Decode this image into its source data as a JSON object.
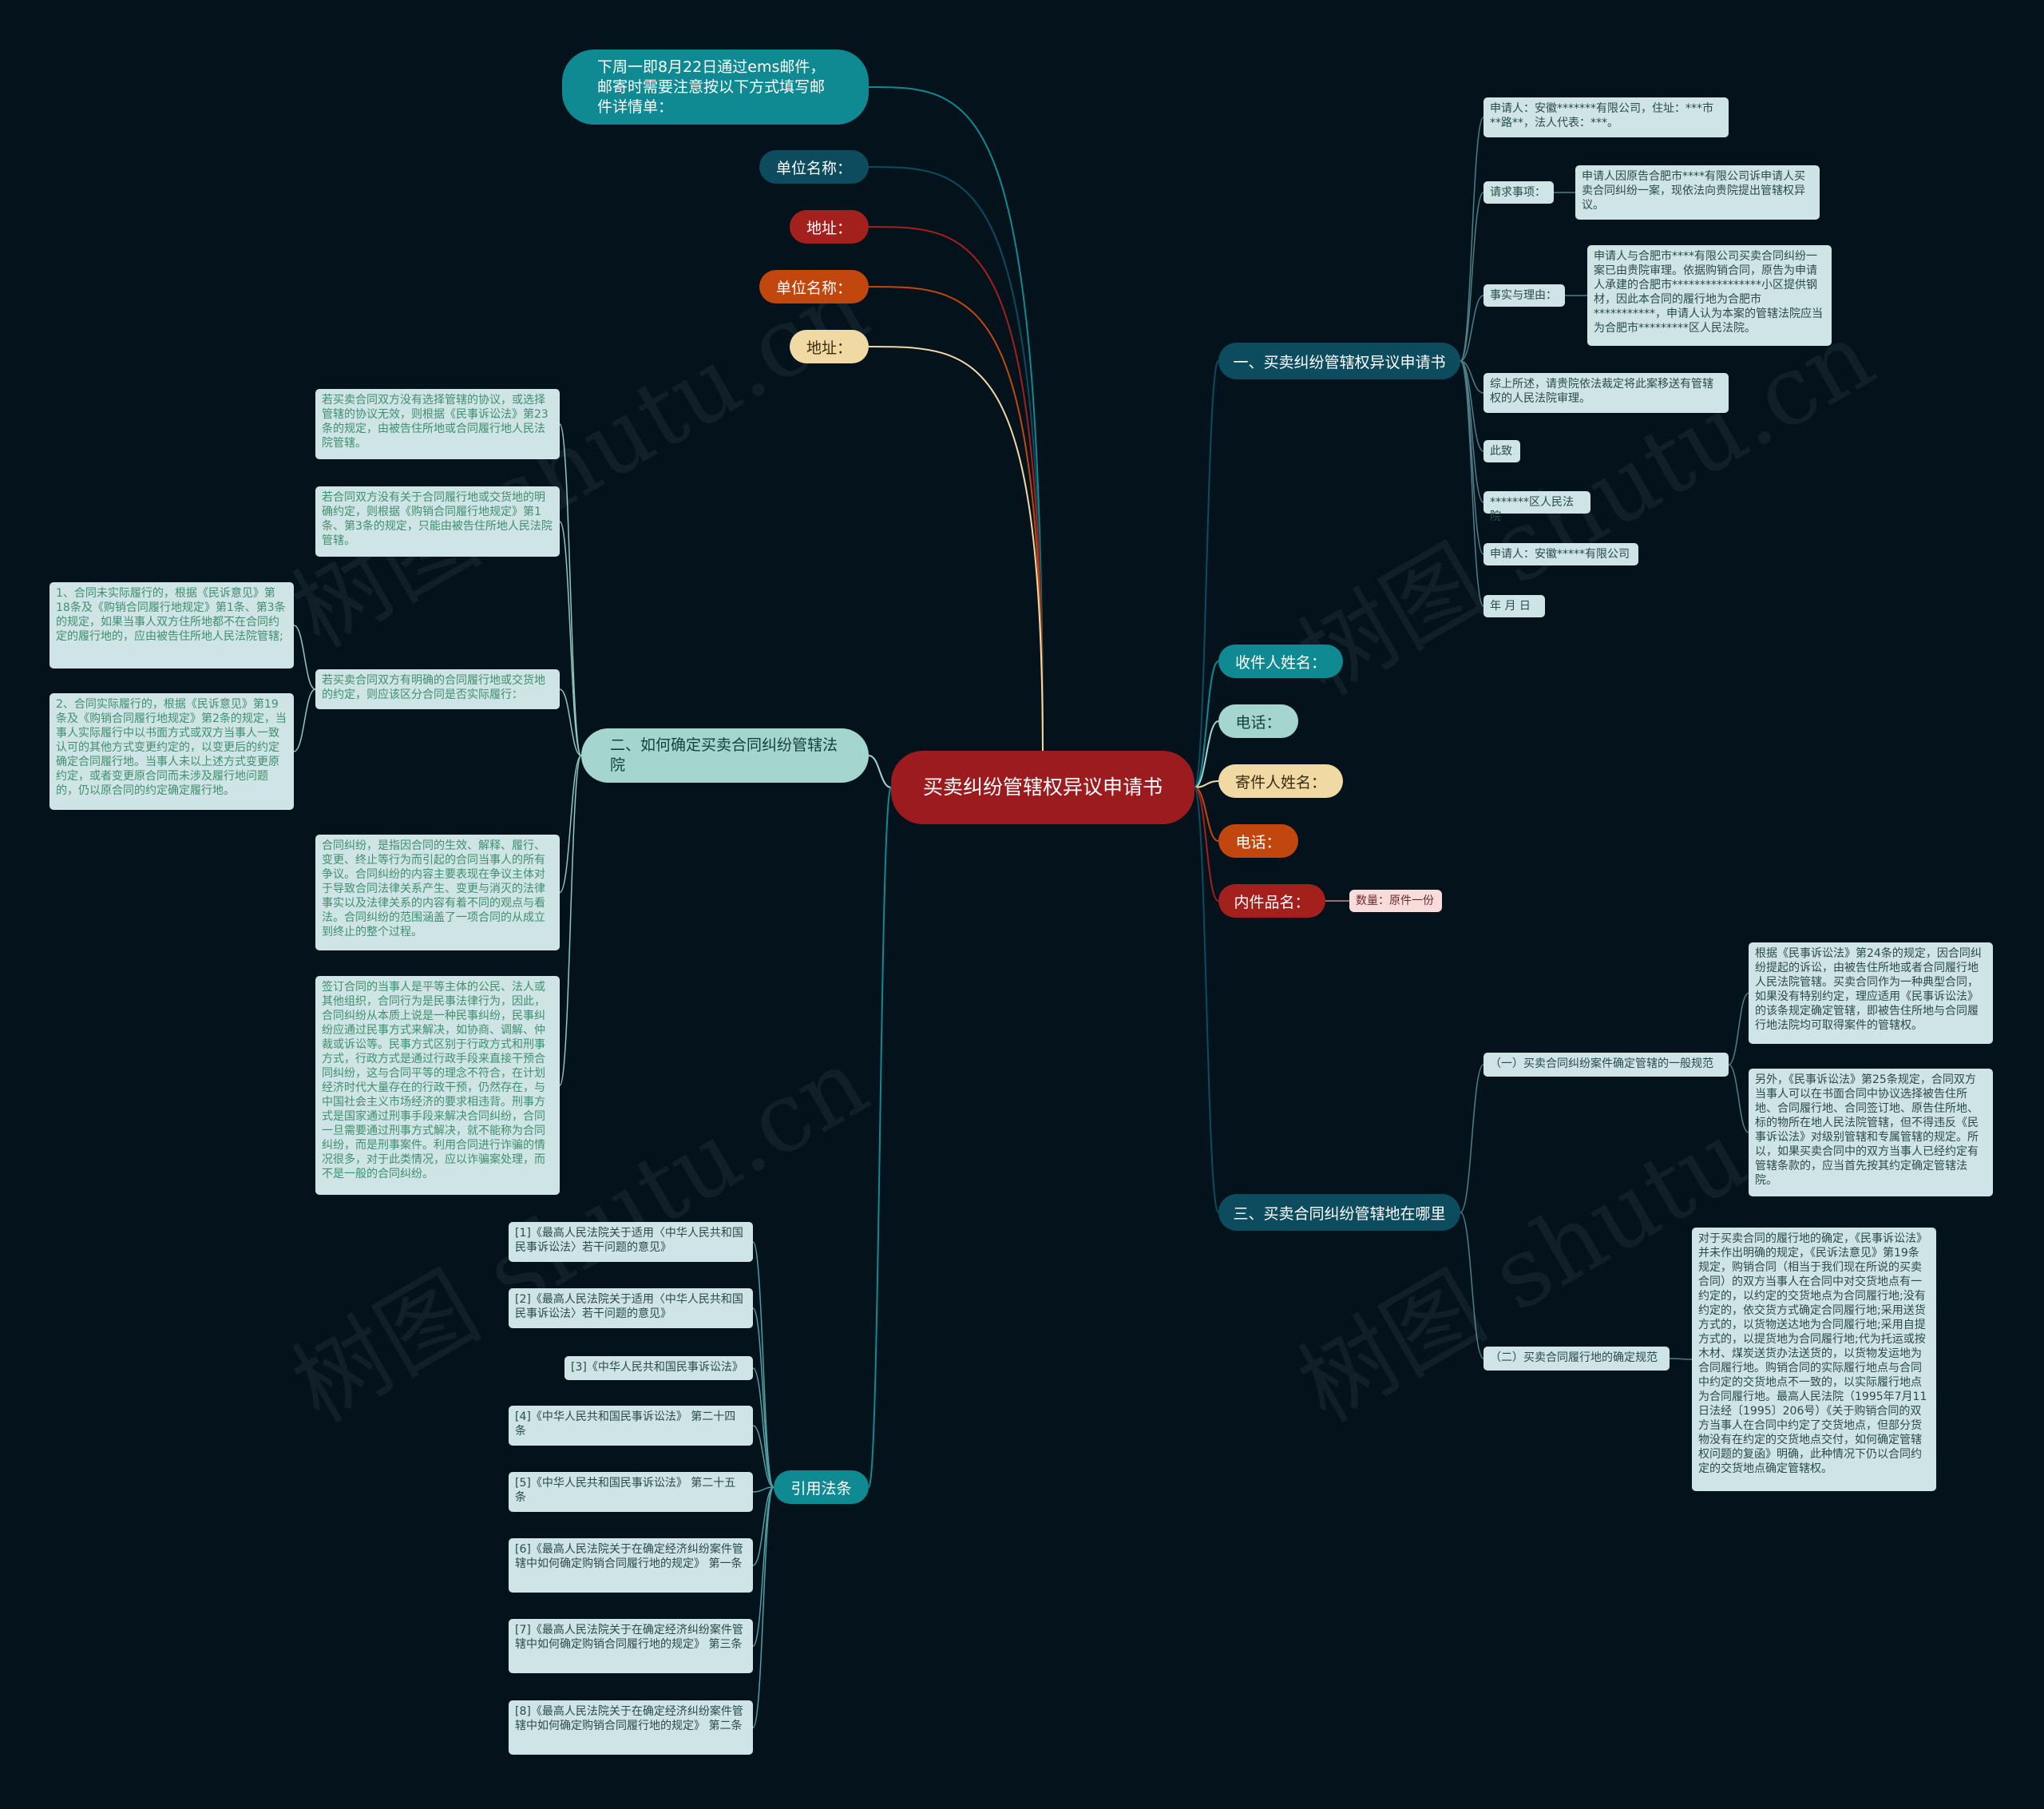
{
  "center": {
    "title": "买卖纠纷管辖权异议申请书"
  },
  "left": {
    "mail_note": "下周一即8月22日通过ems邮件，邮寄时需要注意按以下方式填写邮件详情单：",
    "unit1": "单位名称：",
    "addr1": "地址：",
    "unit2": "单位名称：",
    "addr2": "地址："
  },
  "section1": {
    "title": "一、买卖纠纷管辖权异议申请书",
    "applicant": "申请人：安徽*******有限公司，住址：***市**路**，法人代表：***。",
    "request_label": "请求事项：",
    "request_text": "申请人因原告合肥市****有限公司诉申请人买卖合同纠纷一案，现依法向贵院提出管辖权异议。",
    "facts_label": "事实与理由：",
    "facts_text": "申请人与合肥市****有限公司买卖合同纠纷一案已由贵院审理。依据购销合同，原告为申请人承建的合肥市****************小区提供钢材，因此本合同的履行地为合肥市***********，申请人认为本案的管辖法院应当为合肥市*********区人民法院。",
    "conclusion": "综上所述，请贵院依法裁定将此案移送有管辖权的人民法院审理。",
    "salute": "此致",
    "court": "*******区人民法院",
    "signer": "申请人：安徽*****有限公司",
    "date": "年  月  日"
  },
  "right_mid": {
    "recipient": "收件人姓名：",
    "phone1": "电话：",
    "sender": "寄件人姓名：",
    "phone2": "电话：",
    "item": "内件品名：",
    "quantity": "数量：原件一份"
  },
  "section3": {
    "title": "三、买卖合同纠纷管辖地在哪里",
    "sub1": "（一）买卖合同纠纷案件确定管辖的一般规范",
    "sub1_text1": "根据《民事诉讼法》第24条的规定，因合同纠纷提起的诉讼，由被告住所地或者合同履行地人民法院管辖。买卖合同作为一种典型合同，如果没有特别约定，理应适用《民事诉讼法》的该条规定确定管辖，即被告住所地与合同履行地法院均可取得案件的管辖权。",
    "sub1_text2": "另外，《民事诉讼法》第25条规定，合同双方当事人可以在书面合同中协议选择被告住所地、合同履行地、合同签订地、原告住所地、标的物所在地人民法院管辖，但不得违反《民事诉讼法》对级别管辖和专属管辖的规定。所以，如果买卖合同中的双方当事人已经约定有管辖条款的，应当首先按其约定确定管辖法院。",
    "sub2": "（二）买卖合同履行地的确定规范",
    "sub2_text": "对于买卖合同的履行地的确定，《民事诉讼法》并未作出明确的规定，《民诉法意见》第19条规定，购销合同（相当于我们现在所说的买卖合同）的双方当事人在合同中对交货地点有一约定的，以约定的交货地点为合同履行地;没有约定的，依交货方式确定合同履行地;采用送货方式的，以货物送达地为合同履行地;采用自提方式的，以提货地为合同履行地;代为托运或按木材、煤炭送货办法送货的，以货物发运地为合同履行地。购销合同的实际履行地点与合同中约定的交货地点不一致的，以实际履行地点为合同履行地。最高人民法院（1995年7月11日法经〔1995〕206号）《关于购销合同的双方当事人在合同中约定了交货地点，但部分货物没有在约定的交货地点交付，如何确定管辖权问题的复函》明确，此种情况下仍以合同约定的交货地点确定管辖权。"
  },
  "section2": {
    "title": "二、如何确定买卖合同纠纷管辖法院",
    "t1": "若买卖合同双方没有选择管辖的协议，或选择管辖的协议无效，则根据《民事诉讼法》第23条的规定，由被告住所地或合同履行地人民法院管辖。",
    "t2": "若合同双方没有关于合同履行地或交货地的明确约定，则根据《购销合同履行地规定》第1条、第3条的规定，只能由被告住所地人民法院管辖。",
    "t3": "若买卖合同双方有明确的合同履行地或交货地的约定，则应该区分合同是否实际履行：",
    "t3a": "1、合同未实际履行的，根据《民诉意见》第18条及《购销合同履行地规定》第1条、第3条的规定，如果当事人双方住所地都不在合同约定的履行地的，应由被告住所地人民法院管辖;",
    "t3b": "2、合同实际履行的，根据《民诉意见》第19条及《购销合同履行地规定》第2条的规定，当事人实际履行中以书面方式或双方当事人一致认可的其他方式变更约定的，以变更后的约定确定合同履行地。当事人未以上述方式变更原约定，或者变更原合同而未涉及履行地问题的，仍以原合同的约定确定履行地。",
    "t4": "合同纠纷，是指因合同的生效、解释、履行、变更、终止等行为而引起的合同当事人的所有争议。合同纠纷的内容主要表现在争议主体对于导致合同法律关系产生、变更与消灭的法律事实以及法律关系的内容有着不同的观点与看法。合同纠纷的范围涵盖了一项合同的从成立到终止的整个过程。",
    "t5": "签订合同的当事人是平等主体的公民、法人或其他组织，合同行为是民事法律行为，因此，合同纠纷从本质上说是一种民事纠纷，民事纠纷应通过民事方式来解决，如协商、调解、仲裁或诉讼等。民事方式区别于行政方式和刑事方式，行政方式是通过行政手段来直接干预合同纠纷，这与合同平等的理念不符合，在计划经济时代大量存在的行政干预，仍然存在，与中国社会主义市场经济的要求相违背。刑事方式是国家通过刑事手段来解决合同纠纷，合同一旦需要通过刑事方式解决，就不能称为合同纠纷，而是刑事案件。利用合同进行诈骗的情况很多，对于此类情况，应以诈骗案处理，而不是一般的合同纠纷。"
  },
  "laws": {
    "title": "引用法条",
    "items": [
      "[1]《最高人民法院关于适用〈中华人民共和国民事诉讼法〉若干问题的意见》",
      "[2]《最高人民法院关于适用〈中华人民共和国民事诉讼法〉若干问题的意见》",
      "[3]《中华人民共和国民事诉讼法》",
      "[4]《中华人民共和国民事诉讼法》 第二十四条",
      "[5]《中华人民共和国民事诉讼法》 第二十五条",
      "[6]《最高人民法院关于在确定经济纠纷案件管辖中如何确定购销合同履行地的规定》 第一条",
      "[7]《最高人民法院关于在确定经济纠纷案件管辖中如何确定购销合同履行地的规定》 第三条",
      "[8]《最高人民法院关于在确定经济纠纷案件管辖中如何确定购销合同履行地的规定》 第二条"
    ]
  },
  "watermarks": [
    "树图 shutu.cn",
    "树图 shutu.cn",
    "树图 shutu.cn",
    "树图 shutu.cn"
  ],
  "colors": {
    "background": "#03121b",
    "center": "#9b1b1f",
    "teal": "#0f8a92",
    "dark_teal": "#0d4b5e",
    "red": "#a3201c",
    "orange": "#c2470e",
    "beige": "#f1d9a4",
    "light_teal": "#a4d6cd",
    "box": "#cfe4e4"
  }
}
